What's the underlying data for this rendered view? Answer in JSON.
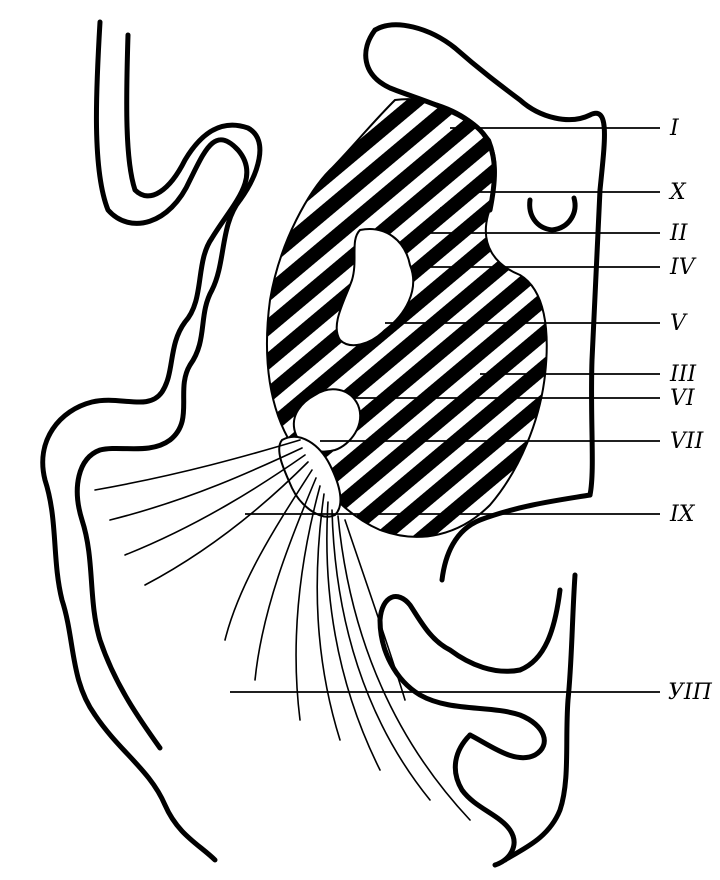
{
  "figure": {
    "labels": [
      "I",
      "X",
      "II",
      "IV",
      "V",
      "III",
      "VI",
      "VII",
      "IX",
      "УIП"
    ]
  },
  "colors": {
    "ink": "#000000",
    "paper": "#ffffff"
  }
}
